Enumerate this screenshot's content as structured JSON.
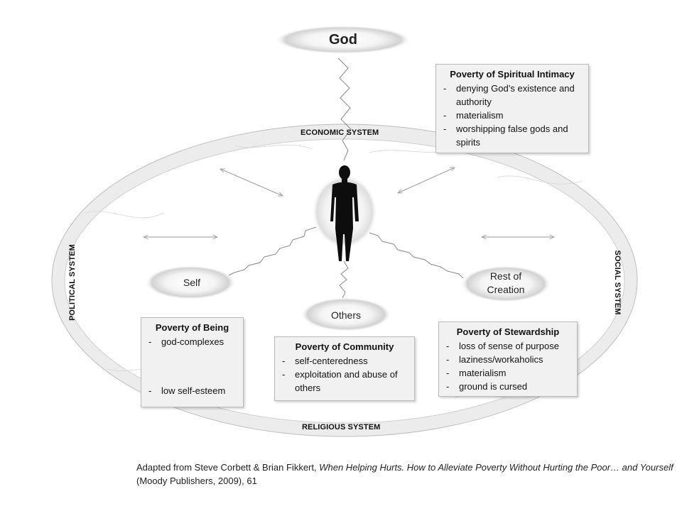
{
  "nodes": {
    "god": "God",
    "self": "Self",
    "others": "Others",
    "rest_of_creation_line1": "Rest of",
    "rest_of_creation_line2": "Creation"
  },
  "systems": {
    "economic": "ECONOMIC SYSTEM",
    "political": "POLITICAL SYSTEM",
    "social": "SOCIAL SYSTEM",
    "religious": "RELIGIOUS SYSTEM"
  },
  "boxes": {
    "spiritual": {
      "title": "Poverty of Spiritual Intimacy",
      "items": [
        "denying God’s existence and authority",
        "materialism",
        "worshipping false gods and spirits"
      ]
    },
    "being": {
      "title": "Poverty of Being",
      "items": [
        "god-complexes",
        "low self-esteem"
      ]
    },
    "community": {
      "title": "Poverty of Community",
      "items": [
        "self-centeredness",
        "exploitation and abuse of others"
      ]
    },
    "stewardship": {
      "title": "Poverty of Stewardship",
      "items": [
        "loss of sense of purpose",
        "laziness/workaholics",
        "materialism",
        "ground is cursed"
      ]
    }
  },
  "credit": {
    "prefix": "Adapted from Steve Corbett & Brian Fikkert, ",
    "book_title": "When Helping Hurts.  How to Alleviate Poverty Without Hurting the Poor… and Yourself",
    "suffix": " (Moody Publishers, 2009), 61"
  },
  "icons": {
    "person": "person-silhouette-icon",
    "double_arrow": "vertical-double-arrow-icon"
  },
  "colors": {
    "ring": "#e6e6e6",
    "box_fill": "#f1f1f1",
    "box_border": "#b9b9b9",
    "halo": "#c8c8c8"
  }
}
